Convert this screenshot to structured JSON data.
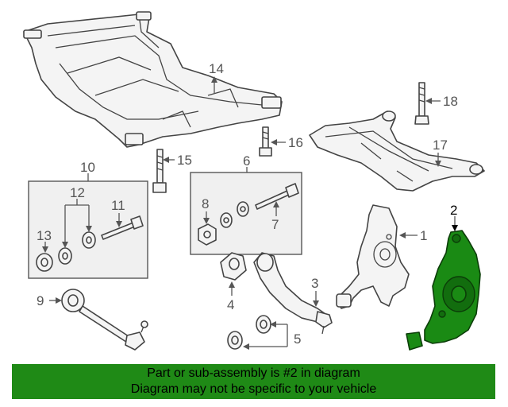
{
  "colors": {
    "highlight": "#1a8a14",
    "banner_bg": "#1f8a16",
    "line": "#444444"
  },
  "highlighted_part": "2",
  "callouts": [
    {
      "id": "c1",
      "text": "1"
    },
    {
      "id": "c2",
      "text": "2"
    },
    {
      "id": "c3",
      "text": "3"
    },
    {
      "id": "c4",
      "text": "4"
    },
    {
      "id": "c5",
      "text": "5"
    },
    {
      "id": "c6",
      "text": "6"
    },
    {
      "id": "c7",
      "text": "7"
    },
    {
      "id": "c8",
      "text": "8"
    },
    {
      "id": "c9",
      "text": "9"
    },
    {
      "id": "c10",
      "text": "10"
    },
    {
      "id": "c11",
      "text": "11"
    },
    {
      "id": "c12",
      "text": "12"
    },
    {
      "id": "c13",
      "text": "13"
    },
    {
      "id": "c14",
      "text": "14"
    },
    {
      "id": "c15",
      "text": "15"
    },
    {
      "id": "c16",
      "text": "16"
    },
    {
      "id": "c17",
      "text": "17"
    },
    {
      "id": "c18",
      "text": "18"
    }
  ],
  "banner": {
    "line1": "Part or sub-assembly is #2 in diagram",
    "line2": "Diagram may not be specific to your vehicle"
  }
}
